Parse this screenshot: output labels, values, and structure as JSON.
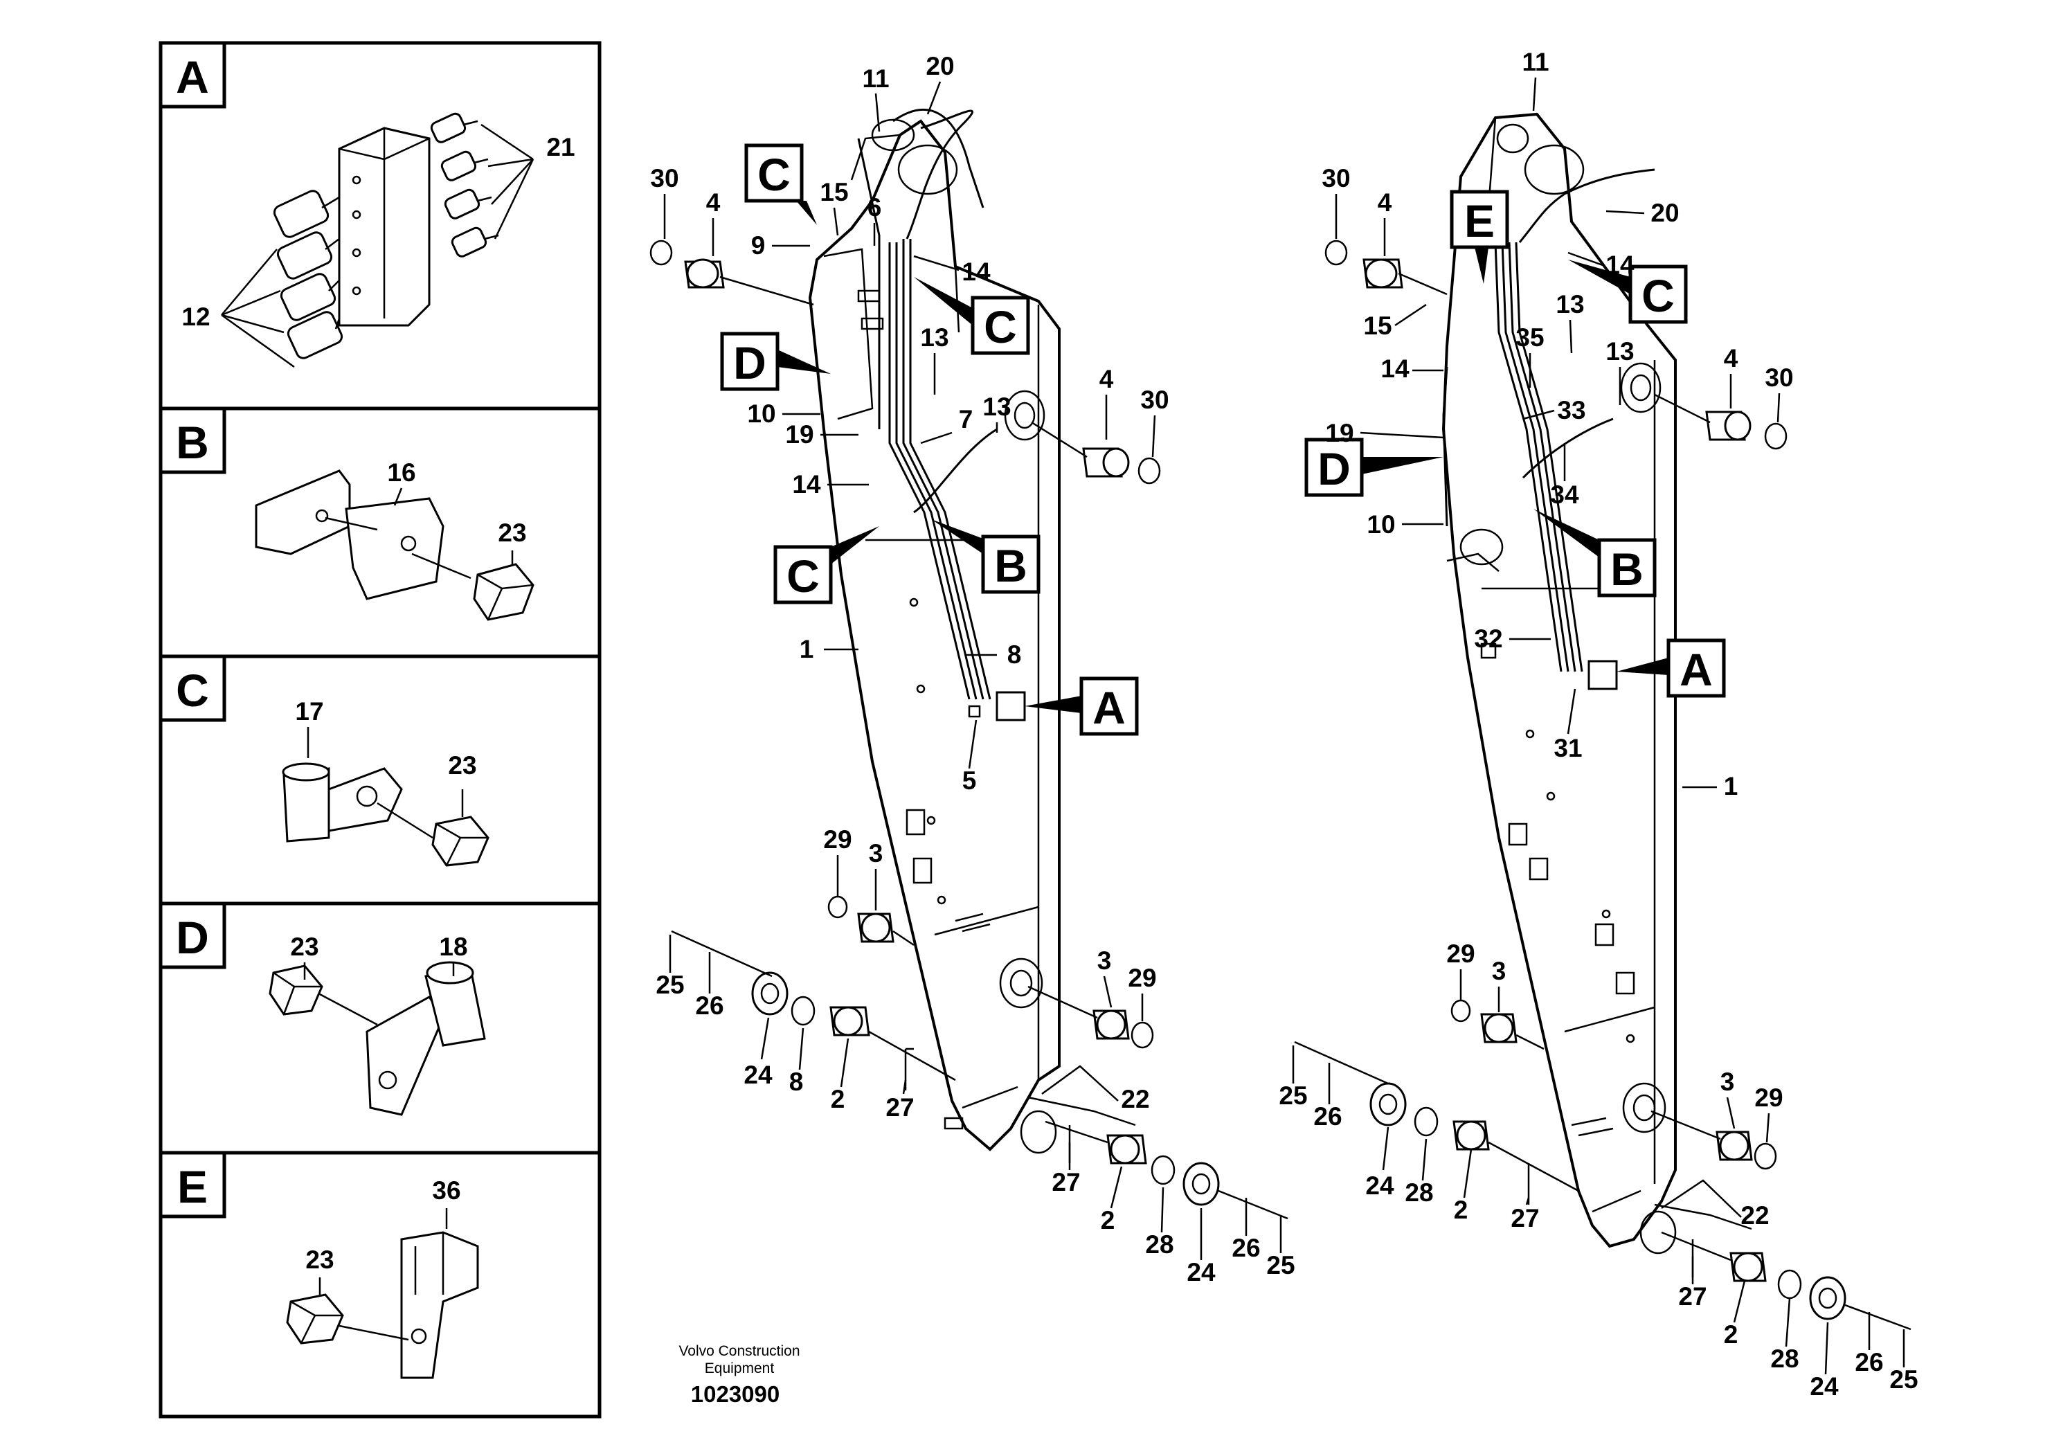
{
  "detail_panels": [
    {
      "letter": "A",
      "numbers": [
        "21",
        "12"
      ]
    },
    {
      "letter": "B",
      "numbers": [
        "16",
        "23"
      ]
    },
    {
      "letter": "C",
      "numbers": [
        "17",
        "23"
      ]
    },
    {
      "letter": "D",
      "numbers": [
        "23",
        "18"
      ]
    },
    {
      "letter": "E",
      "numbers": [
        "36",
        "23"
      ]
    }
  ],
  "left_arm": {
    "callouts": [
      "C",
      "C",
      "D",
      "C",
      "B",
      "A"
    ],
    "numbers": [
      "11",
      "20",
      "30",
      "4",
      "15",
      "6",
      "9",
      "14",
      "13",
      "13",
      "4",
      "30",
      "10",
      "19",
      "7",
      "14",
      "1",
      "8",
      "5",
      "29",
      "3",
      "3",
      "29",
      "25",
      "26",
      "24",
      "8",
      "2",
      "27",
      "22",
      "27",
      "2",
      "28",
      "24",
      "26",
      "25"
    ]
  },
  "right_arm": {
    "callouts": [
      "E",
      "C",
      "D",
      "B",
      "A"
    ],
    "numbers": [
      "11",
      "30",
      "4",
      "20",
      "14",
      "15",
      "13",
      "35",
      "14",
      "13",
      "4",
      "30",
      "19",
      "33",
      "34",
      "10",
      "32",
      "31",
      "1",
      "29",
      "3",
      "3",
      "29",
      "25",
      "26",
      "24",
      "28",
      "2",
      "27",
      "22",
      "27",
      "2",
      "28",
      "24",
      "26",
      "25"
    ]
  },
  "footer": {
    "brand": "Volvo Construction Equipment",
    "brand_line1": "Volvo Construction",
    "brand_line2": "Equipment",
    "drawing_number": "1023090"
  }
}
